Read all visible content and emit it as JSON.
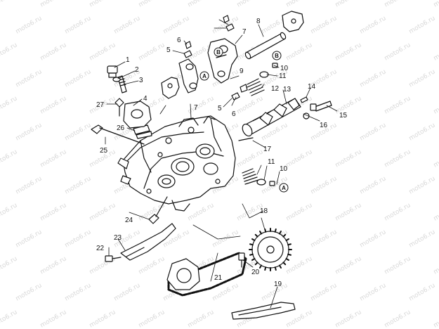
{
  "watermark": "moto6.ru",
  "colors": {
    "line": "#111111",
    "fill": "#ffffff",
    "shade": "#9a9a9a",
    "watermark": "#d8d8d8"
  },
  "callouts": [
    "1",
    "2",
    "3",
    "4",
    "5",
    "6",
    "7",
    "8",
    "9",
    "10",
    "11",
    "12",
    "13",
    "14",
    "15",
    "16",
    "17",
    "18",
    "19",
    "20",
    "21",
    "22",
    "23",
    "24",
    "25",
    "26",
    "27",
    "5",
    "6",
    "7",
    "10",
    "11"
  ],
  "markers": [
    "A",
    "A",
    "B",
    "B"
  ]
}
